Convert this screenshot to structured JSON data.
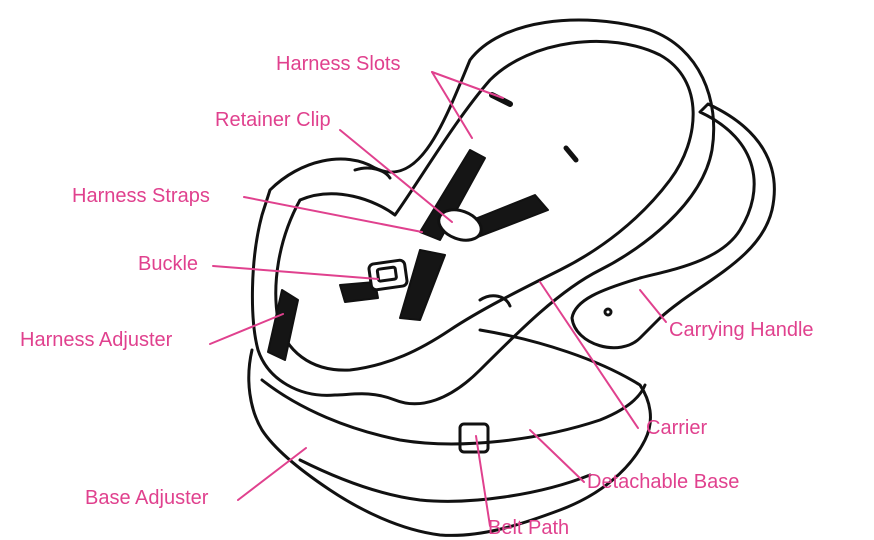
{
  "colors": {
    "label": "#e0418e",
    "leader": "#e0418e",
    "outline": "#111111",
    "strap": "#151515",
    "background": "#ffffff"
  },
  "labels": {
    "harness_slots": "Harness Slots",
    "retainer_clip": "Retainer Clip",
    "harness_straps": "Harness Straps",
    "buckle": "Buckle",
    "harness_adjuster": "Harness Adjuster",
    "carrying_handle": "Carrying Handle",
    "carrier": "Carrier",
    "detachable_base": "Detachable Base",
    "base_adjuster": "Base Adjuster",
    "belt_path": "Belt Path"
  }
}
